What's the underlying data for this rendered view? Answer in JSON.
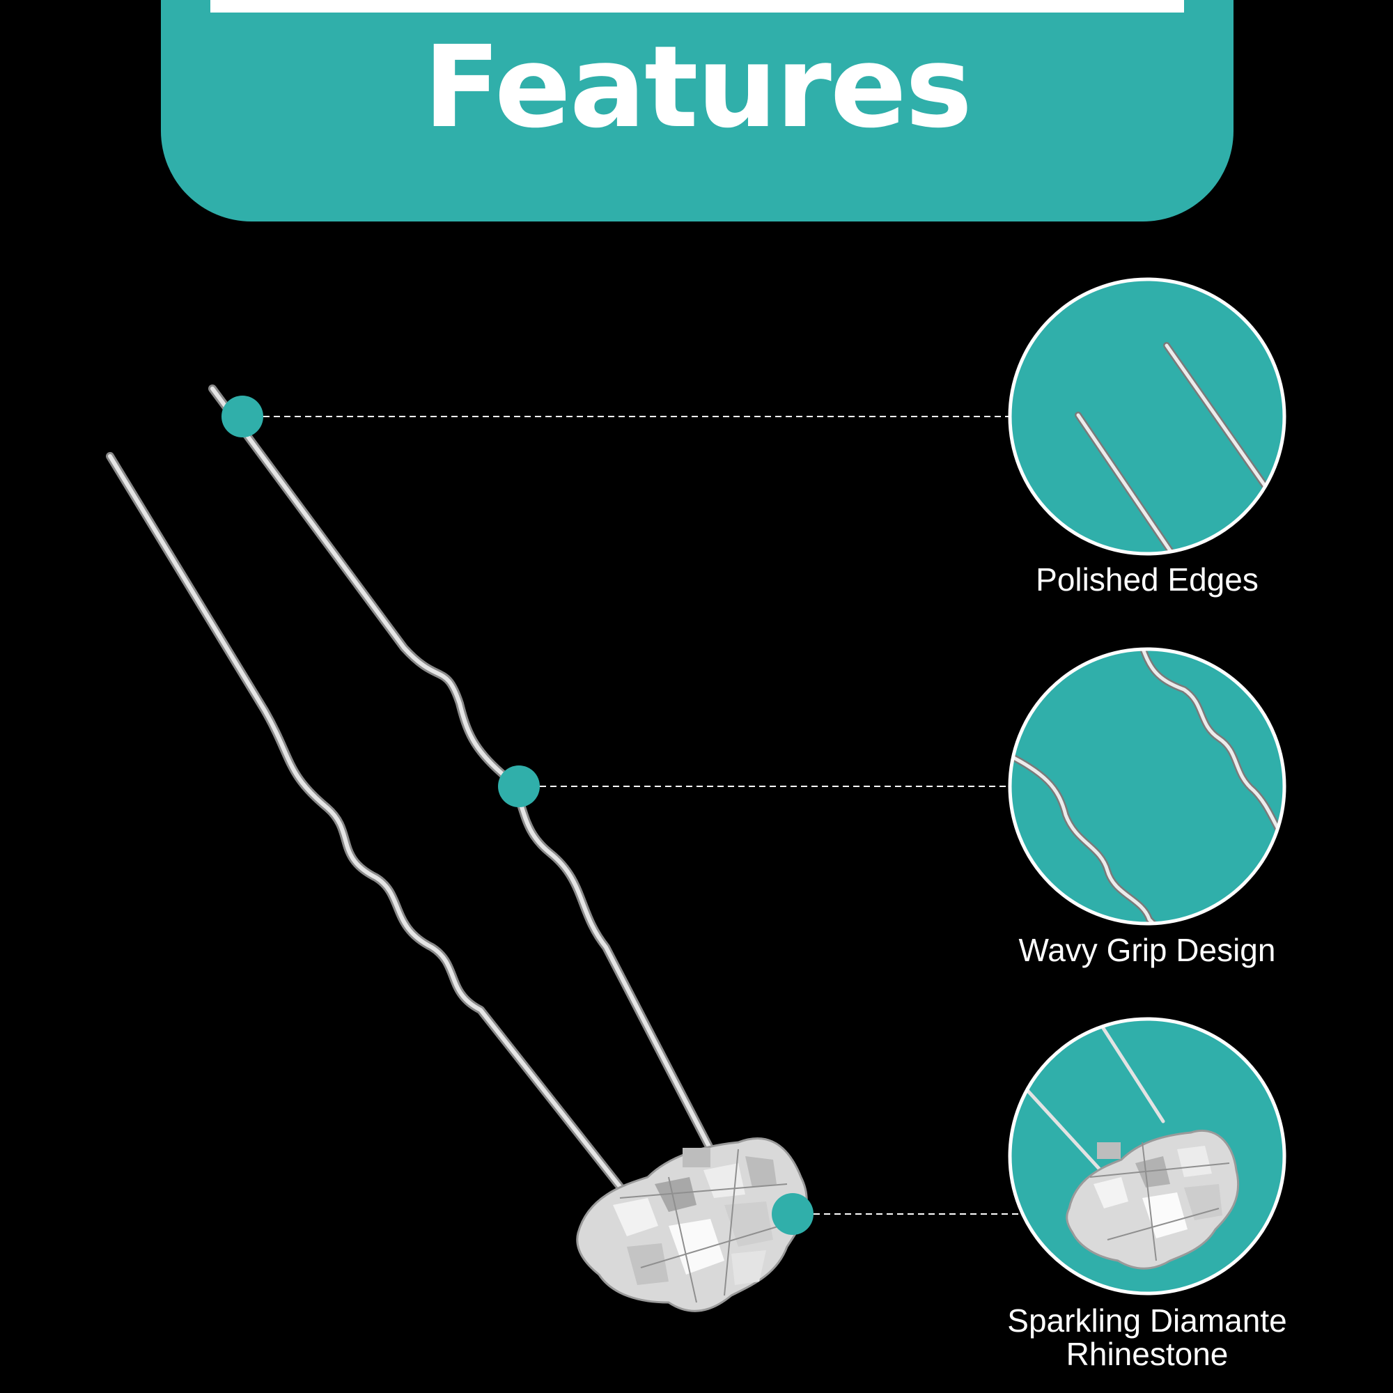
{
  "header": {
    "title": "Features"
  },
  "features": [
    {
      "label": "Polished Edges"
    },
    {
      "label": "Wavy Grip Design"
    },
    {
      "label": "Sparkling Diamante Rhinestone"
    }
  ],
  "colors": {
    "background": "#000000",
    "accent": "#30afaa",
    "text": "#ffffff",
    "wire": "#d7d7d7"
  }
}
